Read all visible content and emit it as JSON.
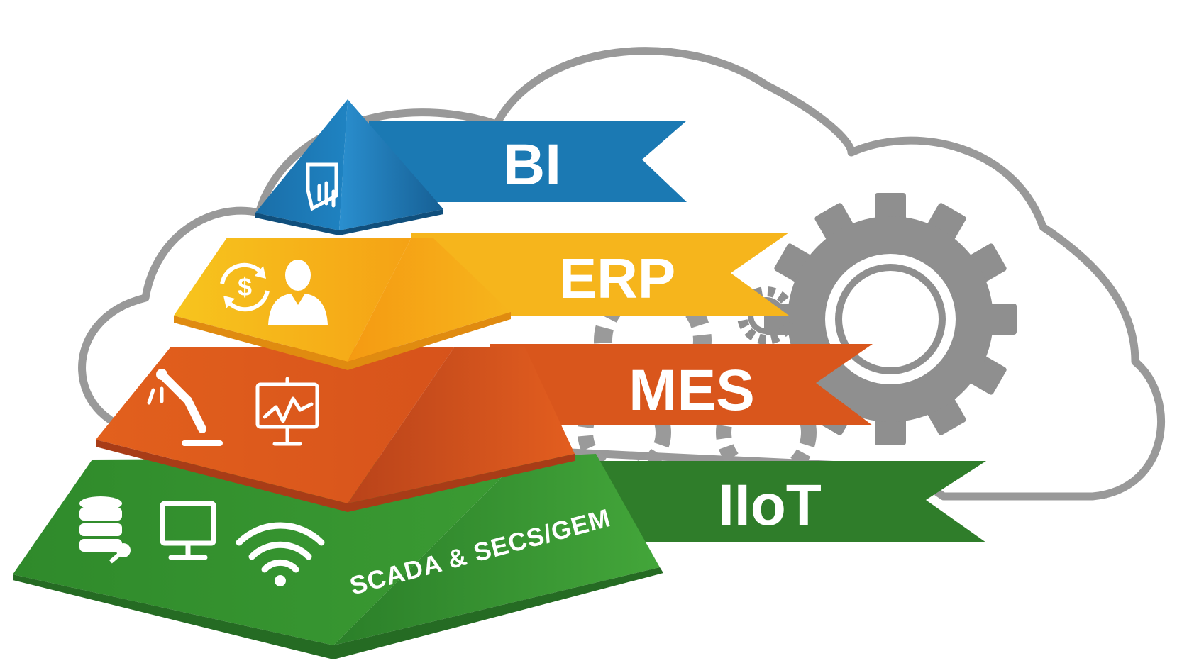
{
  "colors": {
    "cloud_outline": "#9a9a9a",
    "gear": "#8f8f8f",
    "bi_blue": "#1f7bb6",
    "erp_yellow": "#f6b21a",
    "mes_orange": "#de5a1d",
    "iiot_green": "#2f7d2a",
    "white": "#ffffff"
  },
  "layers": {
    "bi": {
      "label": "BI",
      "icon": "bar-chart-report-icon"
    },
    "erp": {
      "label": "ERP",
      "icons": [
        "currency-exchange-icon",
        "business-person-icon"
      ]
    },
    "mes": {
      "label": "MES",
      "icons": [
        "robotic-arm-icon",
        "monitor-chart-icon"
      ]
    },
    "iiot": {
      "label": "IIoT",
      "icons": [
        "database-key-icon",
        "desktop-monitor-icon",
        "wifi-icon"
      ],
      "base_label": "SCADA & SECS/GEM"
    }
  }
}
